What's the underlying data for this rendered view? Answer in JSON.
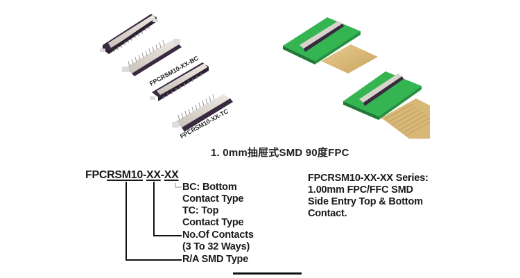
{
  "figures": {
    "connectors": [
      {
        "label": "FPCRSM10-XX-BC",
        "variant": "bottom-contact"
      },
      {
        "label": "FPCRSM10-XX-TC",
        "variant": "top-contact"
      }
    ],
    "assembly_views": [
      "pcb-mounted-connector-with-ffc",
      "pcb-mounted-connector-with-fpc"
    ]
  },
  "caption": "1. 0mm抽屉式SMD 90度FPC",
  "part_number": {
    "prefix": "FPC",
    "type_code": "RSM10",
    "sep1": "-",
    "contacts_code": "XX",
    "sep2": "-",
    "contact_type_code": "XX"
  },
  "callouts": [
    "BC: Bottom",
    "Contact Type",
    "TC: Top",
    "Contact Type",
    "No.Of Contacts",
    "(3 To 32 Ways)",
    "R/A SMD Type"
  ],
  "series_description": [
    "FPCRSM10-XX-XX Series:",
    "1.00mm FPC/FFC SMD",
    "Side Entry Top & Bottom",
    "Contact."
  ],
  "colors": {
    "connector_body": "#3a2a40",
    "connector_slot": "#d9d4cc",
    "pcb_green": "#2fa84a",
    "cable_gold": "#d8b877",
    "text": "#1a1a1a"
  }
}
